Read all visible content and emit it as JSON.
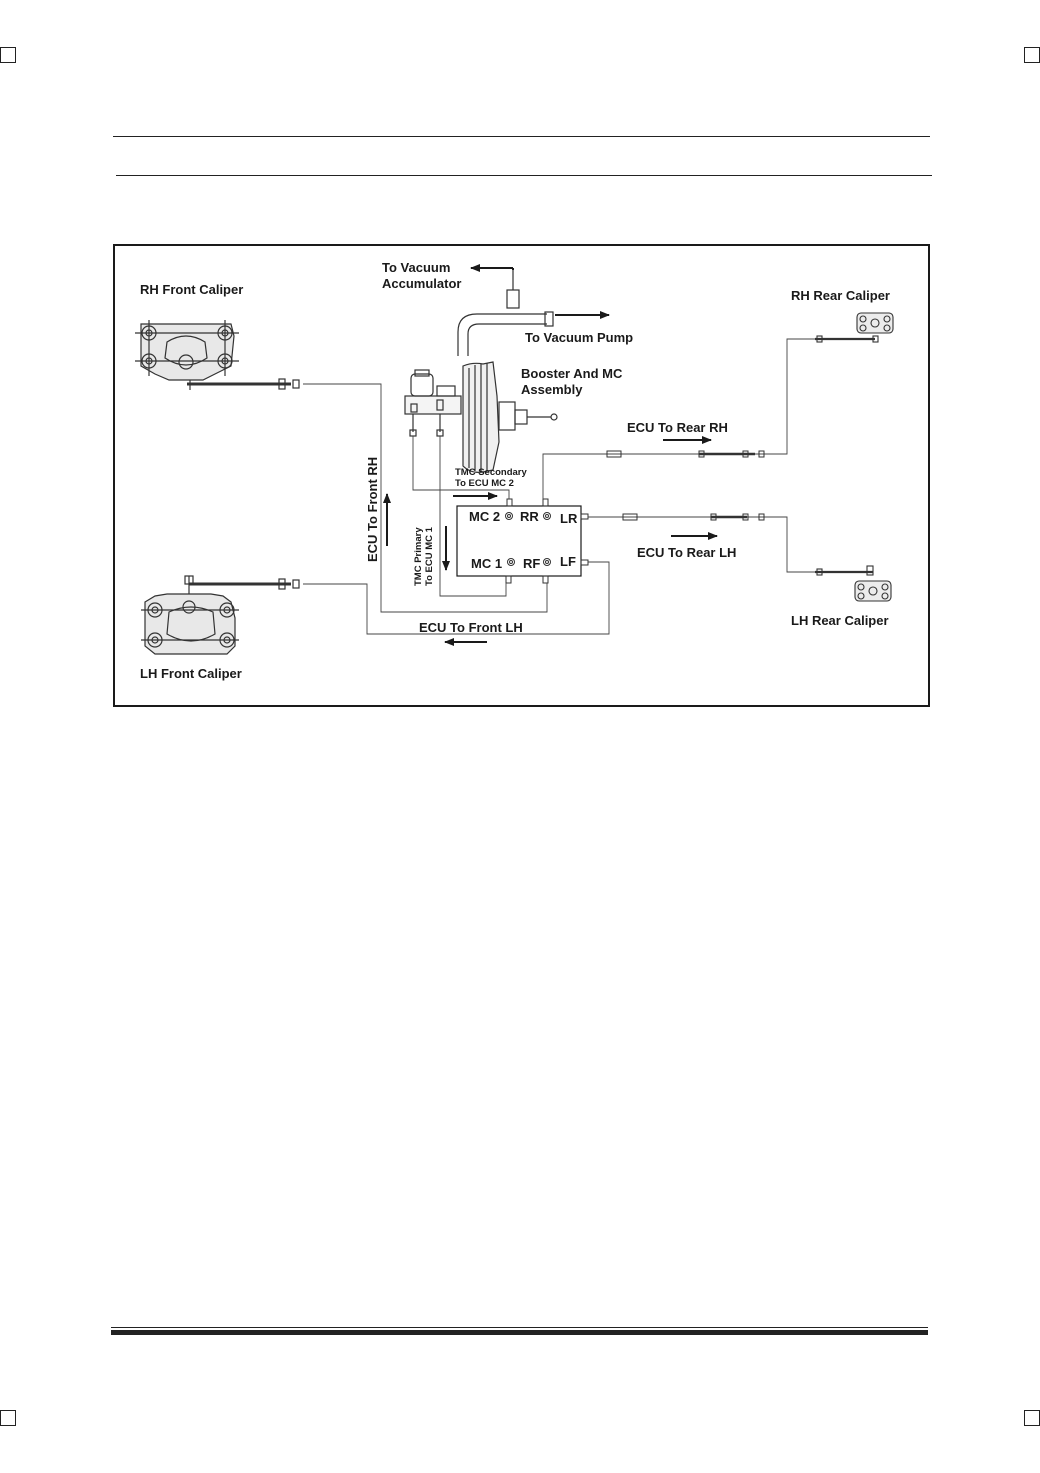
{
  "labels": {
    "rh_front_caliper": "RH Front Caliper",
    "lh_front_caliper": "LH Front Caliper",
    "rh_rear_caliper": "RH Rear Caliper",
    "lh_rear_caliper": "LH Rear Caliper",
    "to_vacuum_line1": "To Vacuum",
    "to_vacuum_line2": "Accumulator",
    "to_vacuum_pump": "To Vacuum Pump",
    "booster_line1": "Booster And MC",
    "booster_line2": "Assembly",
    "ecu_to_rear_rh": "ECU To Rear RH",
    "ecu_to_rear_lh": "ECU To Rear LH",
    "ecu_to_front_rh": "ECU To Front RH",
    "ecu_to_front_lh": "ECU To Front LH",
    "tmc_secondary_line1": "TMC Secondary",
    "tmc_secondary_line2": "To ECU MC 2",
    "tmc_primary_line1": "TMC Primary",
    "tmc_primary_line2": "To ECU MC 1",
    "port_mc2": "MC 2",
    "port_rr": "RR",
    "port_lr": "LR",
    "port_mc1": "MC 1",
    "port_rf": "RF",
    "port_lf": "LF"
  },
  "colors": {
    "line": "#1a1a1a",
    "pipe": "#444444",
    "background": "#ffffff"
  }
}
